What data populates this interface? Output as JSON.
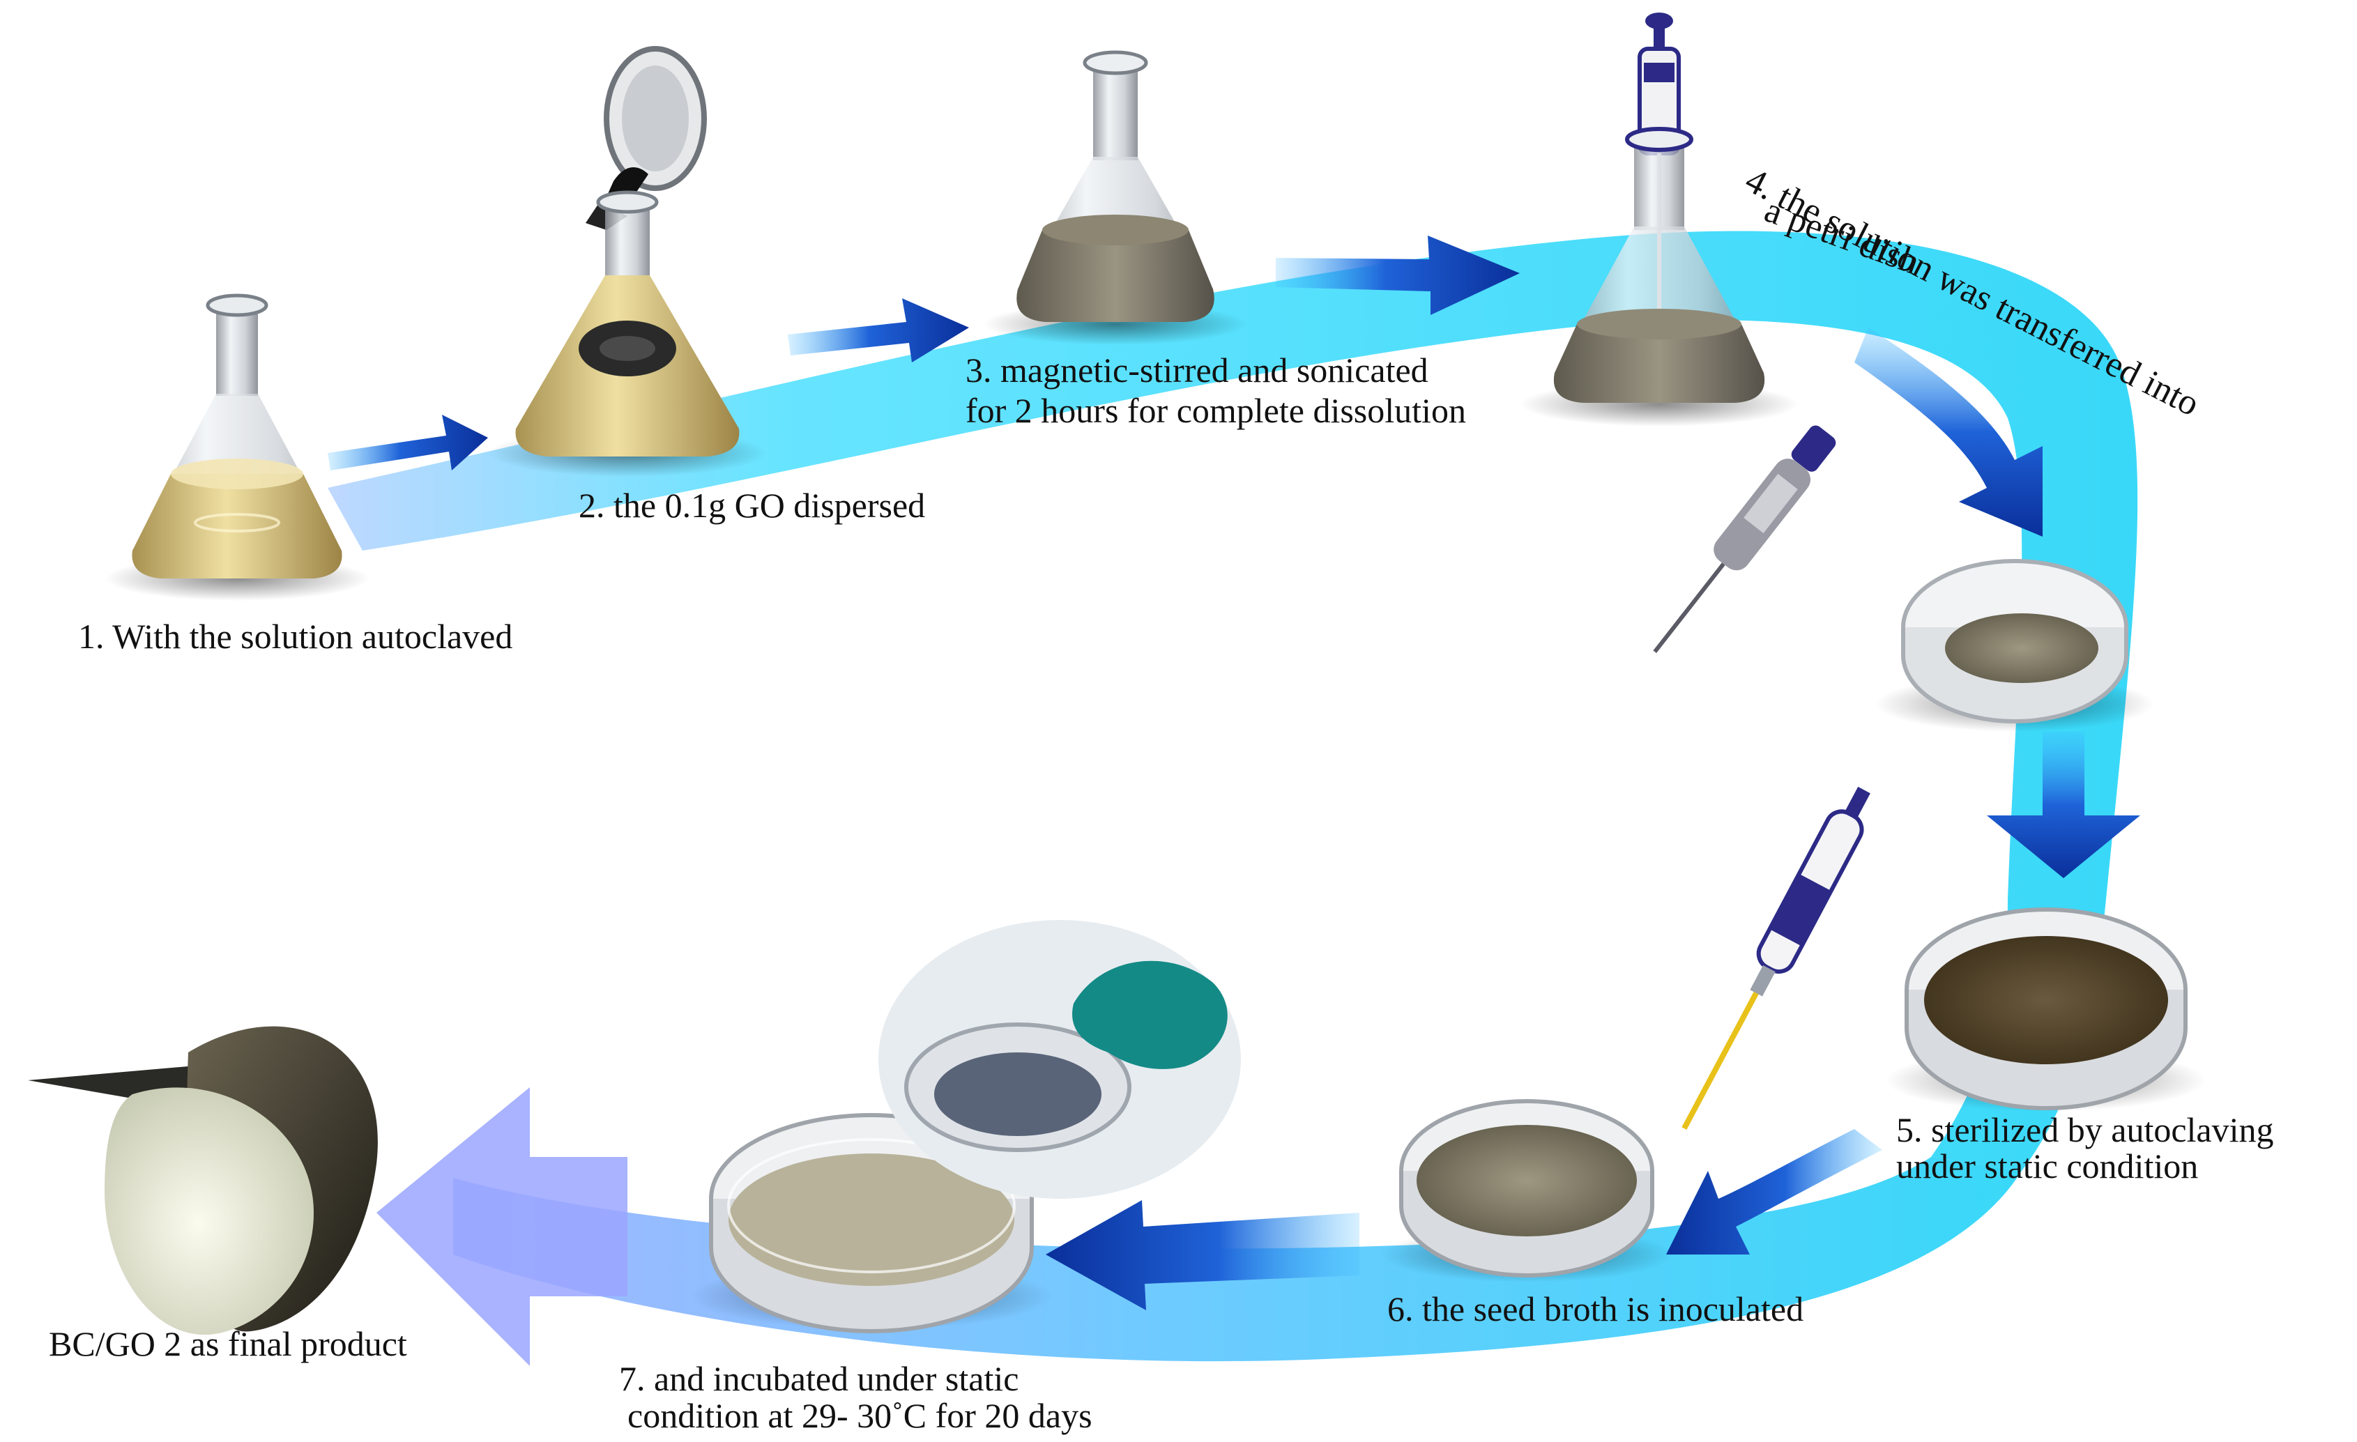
{
  "colors": {
    "ribbon_light": "#4fe6ff",
    "ribbon_mid": "#2fd2f5",
    "ribbon_pale": "#b8d8ff",
    "arrow_dark": "#0a2f9a",
    "arrow_mid": "#1f62d8",
    "liquid_yellow": "#d6c07a",
    "liquid_gray": "#7d7665",
    "liquid_brown": "#4a3a22",
    "pipette_blue": "#2c2a86",
    "glove_teal": "#138a86"
  },
  "icons": [
    "flask-icon",
    "petri-dish-icon",
    "pipette-icon",
    "glove-icon",
    "film-product-icon"
  ],
  "steps": [
    {
      "text": "1. With the solution autoclaved"
    },
    {
      "text": "2. the 0.1g GO dispersed"
    },
    {
      "line1": "3. magnetic-stirred and sonicated",
      "line2": "for 2 hours for complete dissolution"
    },
    {
      "line1": "4. the solution was transferred into",
      "line2": "a petri dish"
    },
    {
      "line1": "5. sterilized by autoclaving",
      "line2": "under static condition"
    },
    {
      "text": "6. the seed broth is inoculated"
    },
    {
      "line1": "7. and incubated under static",
      "line2": "condition at 29- 30˚C for 20 days"
    }
  ],
  "final_product": "BC/GO 2 as final product"
}
